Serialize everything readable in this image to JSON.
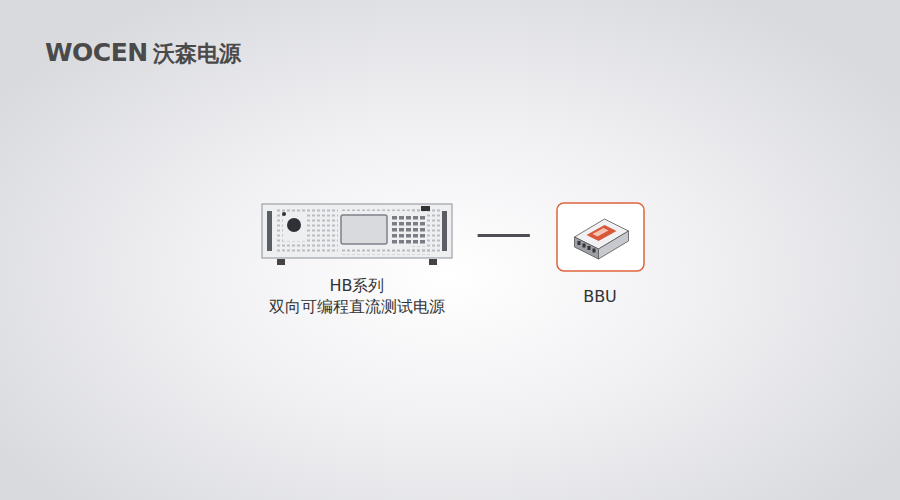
{
  "diagram": {
    "nodes": [
      {
        "text": [
          "HB系列",
          "双向可编程直流测试电源"
        ]
      },
      {
        "text": [
          "BBU"
        ]
      }
    ],
    "edges": [
      {
        "from": 0,
        "to": 1,
        "arrow": "none"
      }
    ],
    "labels": [
      "WOCEN",
      "沃森电源"
    ]
  }
}
